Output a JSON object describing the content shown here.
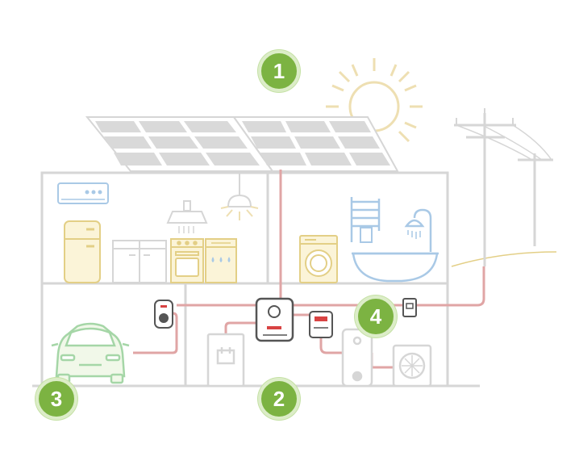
{
  "badges": [
    {
      "id": "pv-system",
      "number": "1"
    },
    {
      "id": "inverter-storage",
      "number": "2"
    },
    {
      "id": "ev-charging",
      "number": "3"
    },
    {
      "id": "grid-meter",
      "number": "4"
    }
  ],
  "colors": {
    "line": "#d6d6d6",
    "power_line": "#e0a5a5",
    "panel": "#d9d9d9",
    "sun": "#eedfb2",
    "appliance_fill": "#fbf4d8",
    "appliance_stroke": "#e3cf86",
    "bath": "#a9c9e6",
    "car": "#a5d6a7",
    "badge": "#7cb342",
    "inverter_logo": "#d84343"
  },
  "icons": [
    "sun-icon",
    "solar-panel-icon",
    "power-pole-icon",
    "air-conditioner-icon",
    "fridge-icon",
    "cabinet-icon",
    "range-hood-icon",
    "ceiling-lamp-icon",
    "oven-icon",
    "dishwasher-icon",
    "towel-heater-icon",
    "shower-icon",
    "bathtub-icon",
    "washing-machine-icon",
    "wallbox-charger-icon",
    "inverter-icon",
    "battery-icon",
    "smart-meter-icon",
    "water-heater-icon",
    "heat-pump-icon",
    "car-icon"
  ]
}
